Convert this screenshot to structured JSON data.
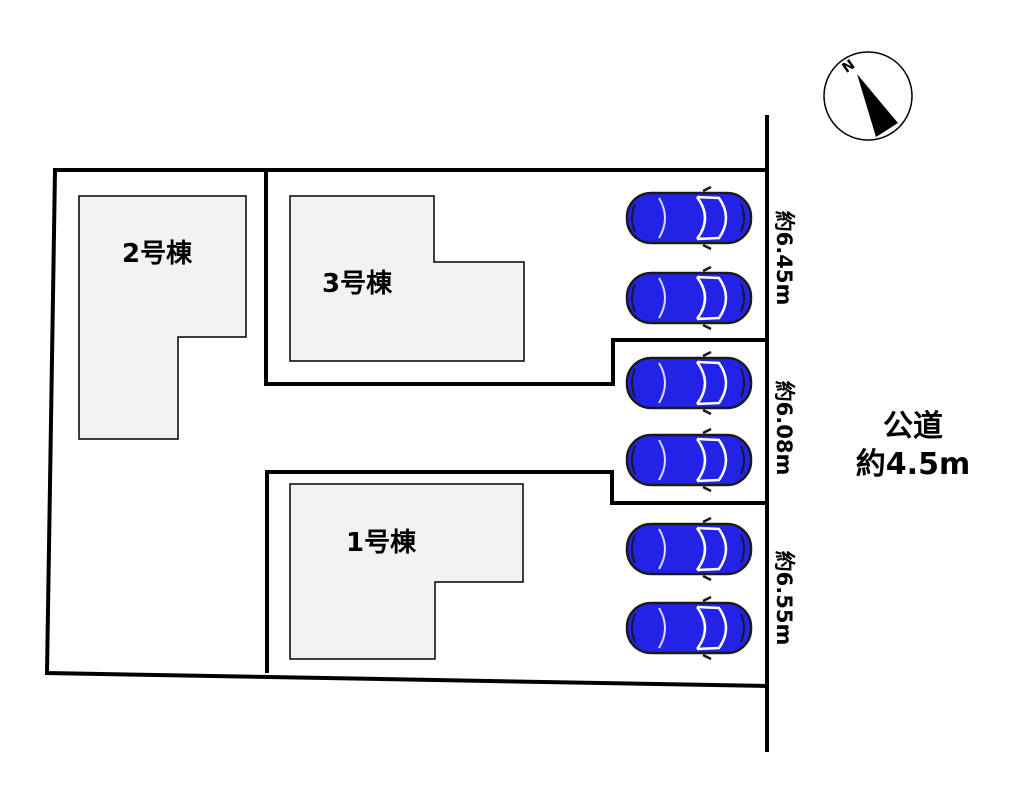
{
  "buildings": {
    "b1": "1号棟",
    "b2": "2号棟",
    "b3": "3号棟"
  },
  "frontages": {
    "lot3": "約6.45m",
    "lot2": "約6.08m",
    "lot1": "約6.55m"
  },
  "road": {
    "name": "公道",
    "width": "約4.5m"
  },
  "compass": {
    "north_letter": "N",
    "icon": "north-arrow-icon"
  },
  "parking": {
    "cars_per_lot": 2,
    "lots": 3,
    "car_icon": "car-icon",
    "car_color": "#2323e8"
  },
  "colors": {
    "line": "#000000",
    "building_fill": "#f2f2f2",
    "background": "#ffffff"
  }
}
